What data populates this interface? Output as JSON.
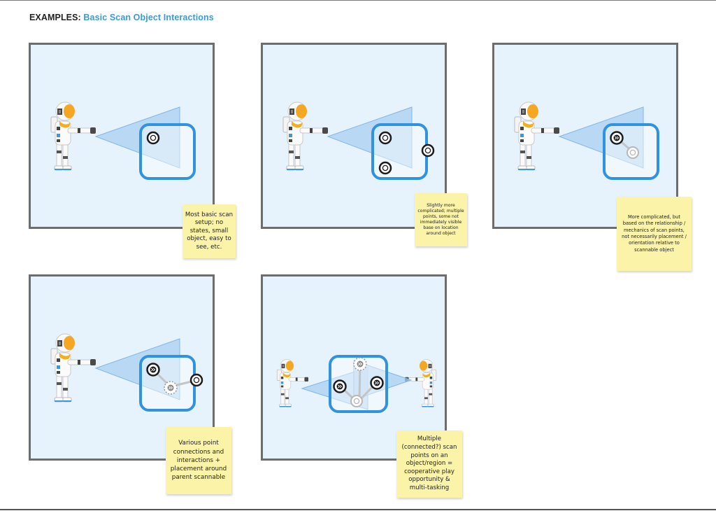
{
  "header": {
    "prefix": "EXAMPLES:",
    "title": "Basic Scan Object Interactions"
  },
  "colors": {
    "accent": "#3a9ad9",
    "panel_bg": "#e6f2fc",
    "panel_border": "#6d6d6d",
    "scan_beam": "#a9cff0",
    "object_border": "#2f93e0",
    "note_bg": "#fbf3a8",
    "astronaut_visor": "#f5a623"
  },
  "panels": [
    {
      "id": "basic",
      "note": "Most basic scan setup; no states, small object, easy to see, etc."
    },
    {
      "id": "multiple-points",
      "note": "Slightly more complicated; multiple points, some not immediately visible base on location around object"
    },
    {
      "id": "relationship",
      "note": "More complicated, but based on the relationship / mechanics of scan points, not necessarily placement / orientation relative to scannable object"
    },
    {
      "id": "connections",
      "note": "Various point connections and interactions + placement around parent scannable"
    },
    {
      "id": "cooperative",
      "note": "Multiple (connected?) scan points on an object/region = cooperative play opportunity & multi-tasking"
    }
  ]
}
